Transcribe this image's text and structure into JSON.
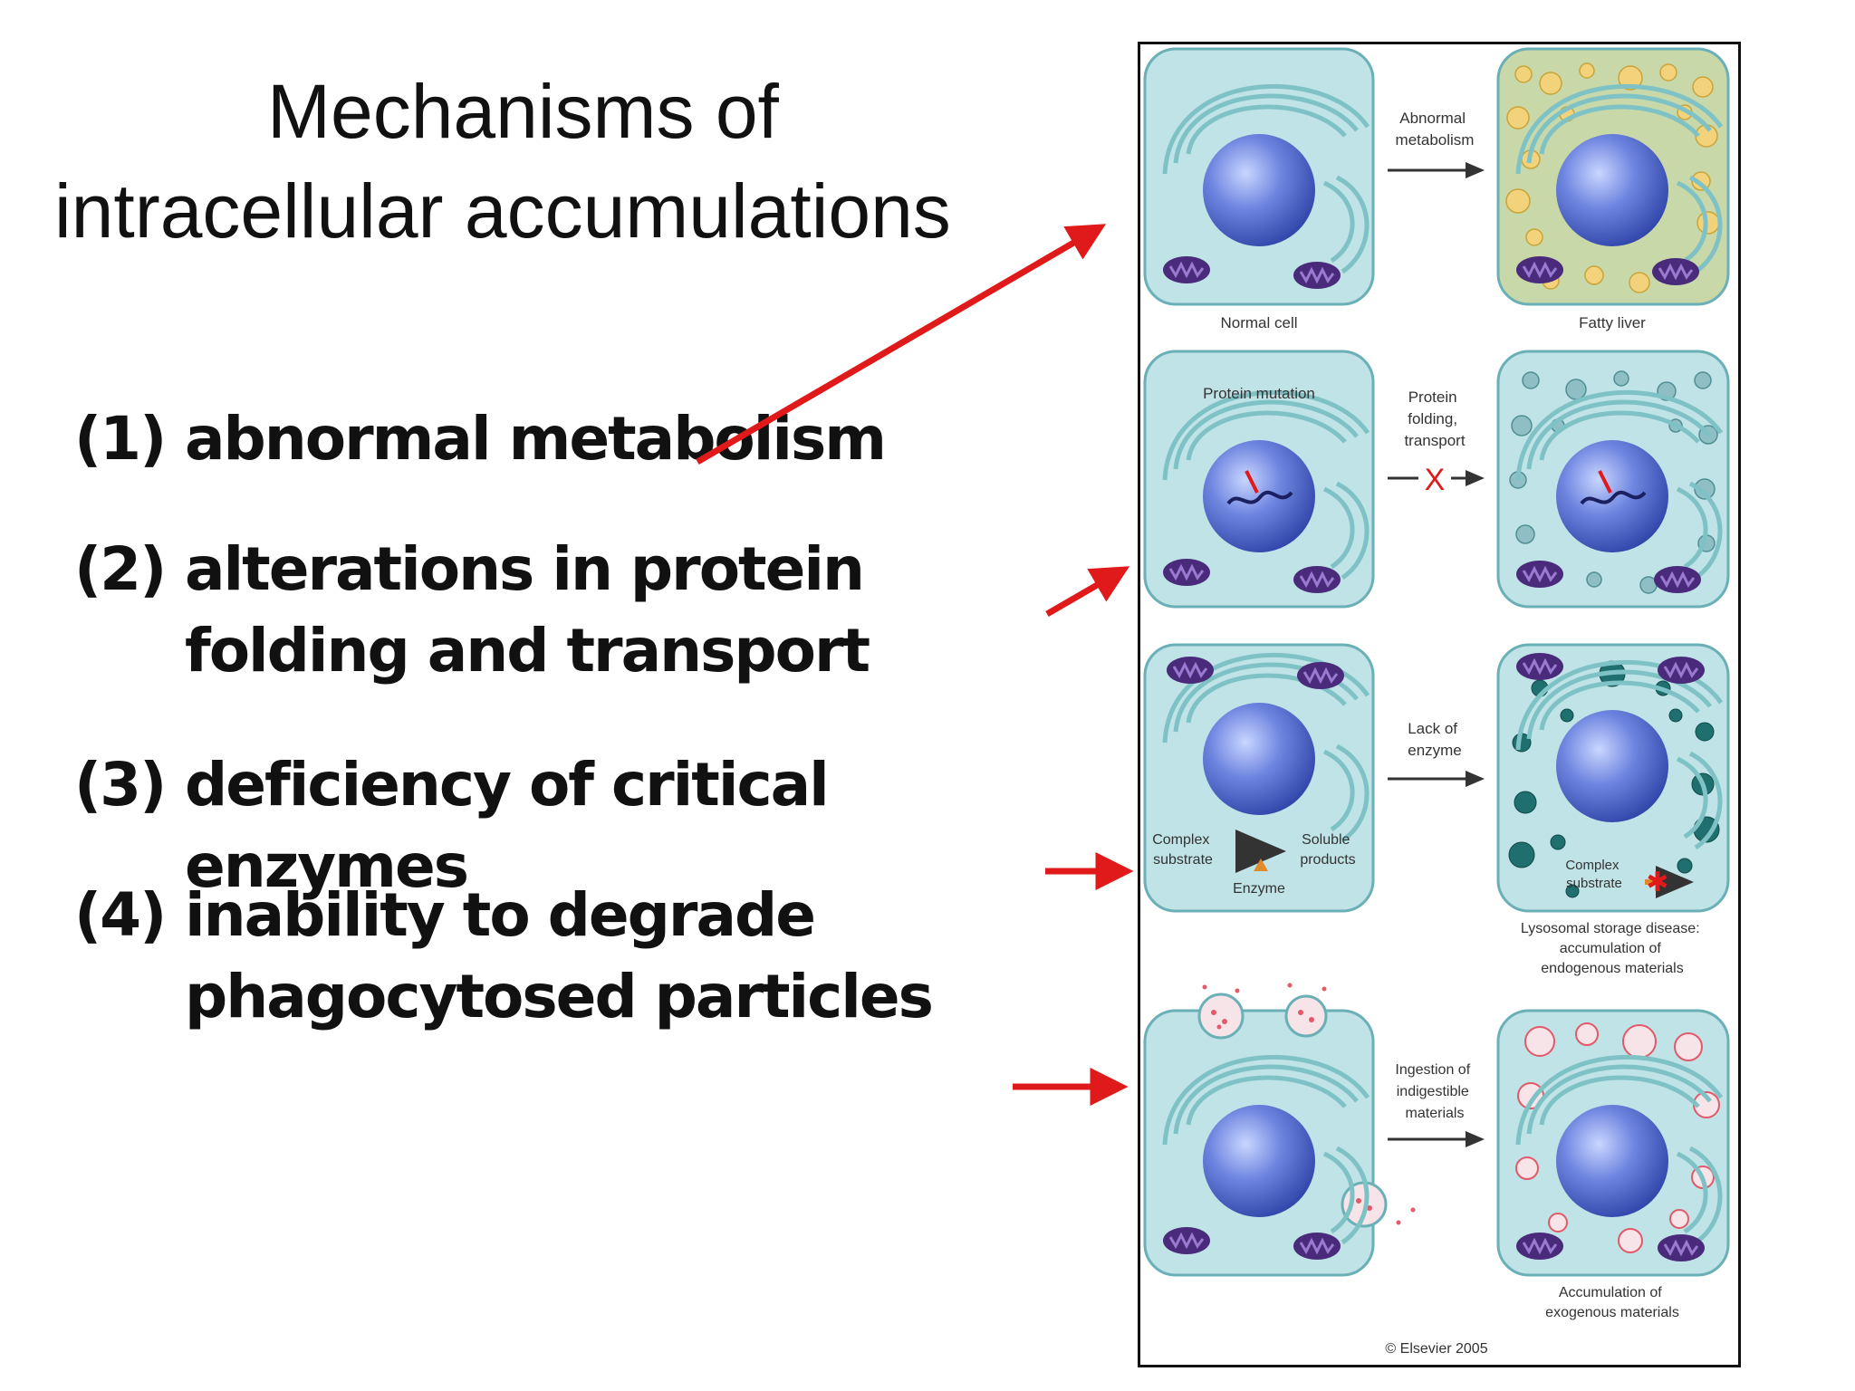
{
  "title": {
    "line1": "Mechanisms of",
    "line2": "intracellular accumulations"
  },
  "mechanisms": [
    {
      "number": "(1)",
      "text": "abnormal metabolism"
    },
    {
      "number": "(2)",
      "text": "alterations in protein folding and transport"
    },
    {
      "number": "(3)",
      "text": "deficiency of critical enzymes"
    },
    {
      "number": "(4)",
      "text": "inability to degrade phagocytosed particles"
    }
  ],
  "figure": {
    "row1": {
      "arrow_label": [
        "Abnormal",
        "metabolism"
      ],
      "left_caption": "Normal cell",
      "right_caption": "Fatty liver"
    },
    "row2": {
      "inner_label": "Protein mutation",
      "arrow_label": [
        "Protein",
        "folding,",
        "transport"
      ],
      "block_mark": "X"
    },
    "row3": {
      "arrow_label": [
        "Lack of",
        "enzyme"
      ],
      "substrate_label": [
        "Complex",
        "substrate"
      ],
      "product_label": [
        "Soluble",
        "products"
      ],
      "enzyme_label": "Enzyme",
      "right_substrate_label": [
        "Complex",
        "substrate"
      ],
      "right_caption": [
        "Lysosomal storage disease:",
        "accumulation of",
        "endogenous materials"
      ]
    },
    "row4": {
      "arrow_label": [
        "Ingestion of",
        "indigestible",
        "materials"
      ],
      "right_caption": [
        "Accumulation of",
        "exogenous materials"
      ]
    },
    "copyright": "© Elsevier 2005"
  },
  "colors": {
    "pointer_arrow": "#e01a1a",
    "cell_fill": "#bfe3e6",
    "cell_stroke": "#6ab0b6",
    "nucleus": "#4a63c8",
    "mitochondria": "#4a2a7a",
    "fat": "#f2d27a",
    "storage": "#1f6f6e",
    "particles": "#e05a6a"
  }
}
